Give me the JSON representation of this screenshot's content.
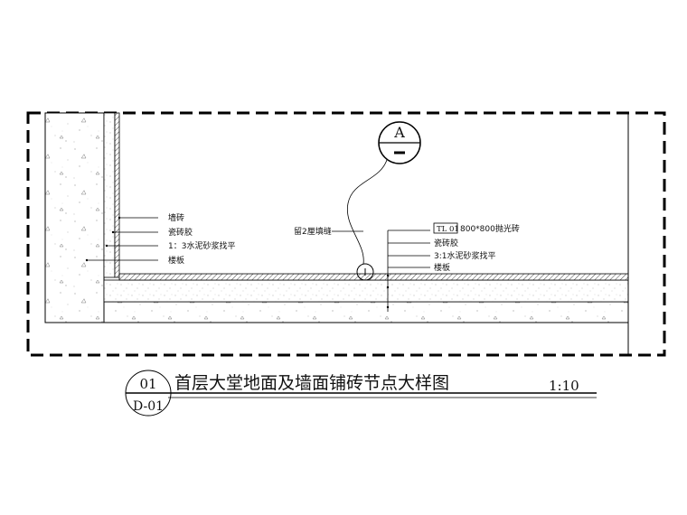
{
  "detail_marker": {
    "letter": "A"
  },
  "wall_callouts": [
    "墙砖",
    "瓷砖胶",
    "1：3水泥砂浆找平",
    "楼板"
  ],
  "floor_callouts": {
    "material_code": "TL 01",
    "material_desc": "800*800抛光砖",
    "items": [
      "瓷砖胶",
      "3:1水泥砂浆找平",
      "楼板"
    ]
  },
  "joint_note": "留2厘填缝",
  "title_block": {
    "number": "01",
    "sheet": "D-01",
    "title": "首层大堂地面及墙面铺砖节点大样图",
    "scale": "1:10"
  }
}
